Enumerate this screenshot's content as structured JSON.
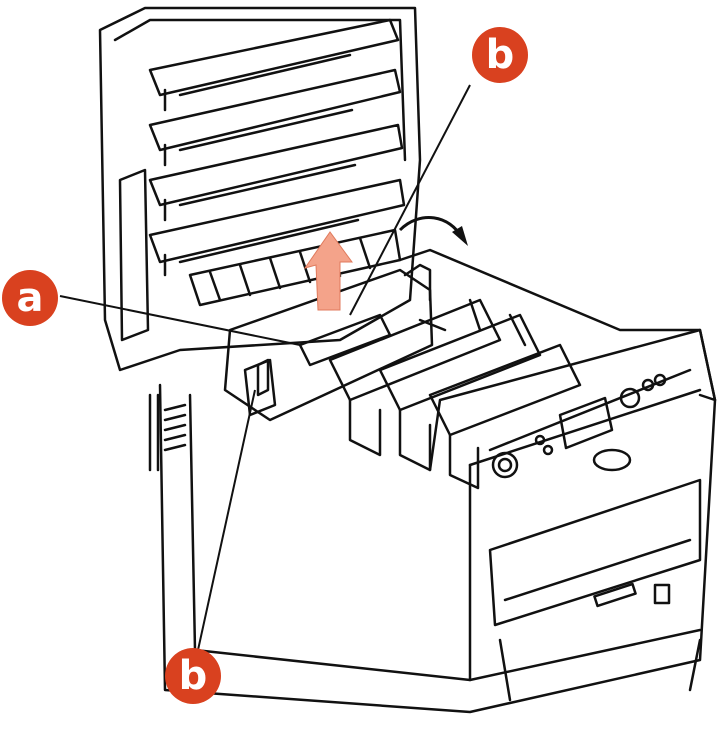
{
  "colors": {
    "callout_fill": "#d9411f",
    "callout_text": "#ffffff",
    "line_art": "#111111",
    "arrow_fill": "#f4a38a",
    "background": "#ffffff"
  },
  "callouts": {
    "a": "a",
    "b_top": "b",
    "b_bottom": "b"
  },
  "figure": {
    "subject": "printer-with-lid-open",
    "arrows": [
      "lift-arrow",
      "rotate-arrow"
    ]
  }
}
